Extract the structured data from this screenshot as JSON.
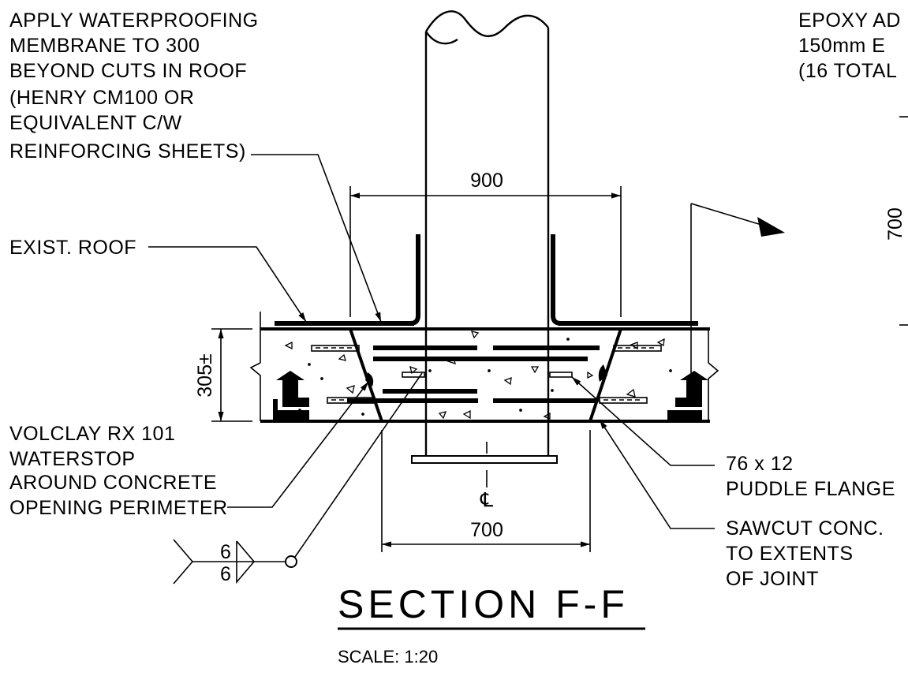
{
  "title": "SECTION F-F",
  "scale": "SCALE: 1:20",
  "labels": {
    "waterproofing": [
      "APPLY WATERPROOFING",
      "MEMBRANE TO 300",
      "BEYOND CUTS IN ROOF",
      "(HENRY CM100 OR",
      "EQUIVALENT C/W",
      "REINFORCING SHEETS)"
    ],
    "epoxy": [
      "EPOXY AD",
      "150mm E",
      "(16 TOTAL"
    ],
    "exist_roof": "EXIST. ROOF",
    "waterstop": [
      "VOLCLAY RX 101",
      "WATERSTOP",
      "AROUND CONCRETE",
      "OPENING PERIMETER"
    ],
    "puddle_flange": [
      "76 x 12",
      "PUDDLE FLANGE"
    ],
    "sawcut": [
      "SAWCUT CONC.",
      "TO EXTENTS",
      "OF JOINT"
    ]
  },
  "dimensions": {
    "top_width": "900",
    "bottom_width": "700",
    "slab_thickness": "305±",
    "right_height": "700"
  },
  "centerline": "℄",
  "weld_symbol": {
    "top": "6",
    "bottom": "6"
  }
}
